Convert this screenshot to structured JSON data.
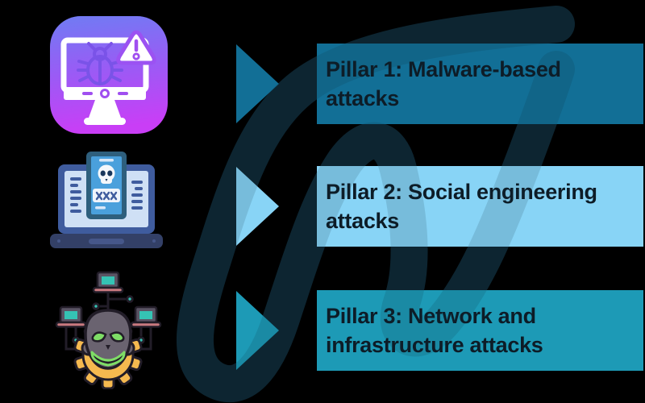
{
  "background_color": "#000000",
  "text_color": "#0D1C27",
  "watermark": {
    "name": "paperclip-a-logo-watermark",
    "color": "#0D2531"
  },
  "pillars": [
    {
      "index": 1,
      "label": "Pillar 1: Malware-based attacks",
      "line1": "Pillar 1: Malware-based",
      "line2": "attacks",
      "color": "#126F96",
      "icon": "malware-monitor-icon"
    },
    {
      "index": 2,
      "label": "Pillar 2: Social engineering attacks",
      "line1": "Pillar 2: Social engineering",
      "line2": "attacks",
      "color": "#88D4F6",
      "icon": "social-engineering-laptop-icon"
    },
    {
      "index": 3,
      "label": "Pillar 3: Network and infrastructure attacks",
      "line1": "Pillar 3: Network and",
      "line2": "infrastructure attacks",
      "color": "#1D9AB6",
      "icon": "hacker-network-icon"
    }
  ],
  "icon_colors": {
    "malware_gradient_top": "#6F7CF3",
    "malware_gradient_bottom": "#C93EF6",
    "laptop_frame_blue": "#3F5C9E",
    "card_blue": "#4AA0DC",
    "gear_amber": "#F5B94F",
    "skull_gray": "#6A6370",
    "eye_green": "#7EDD66",
    "mini_screen_teal": "#35C3B4"
  }
}
